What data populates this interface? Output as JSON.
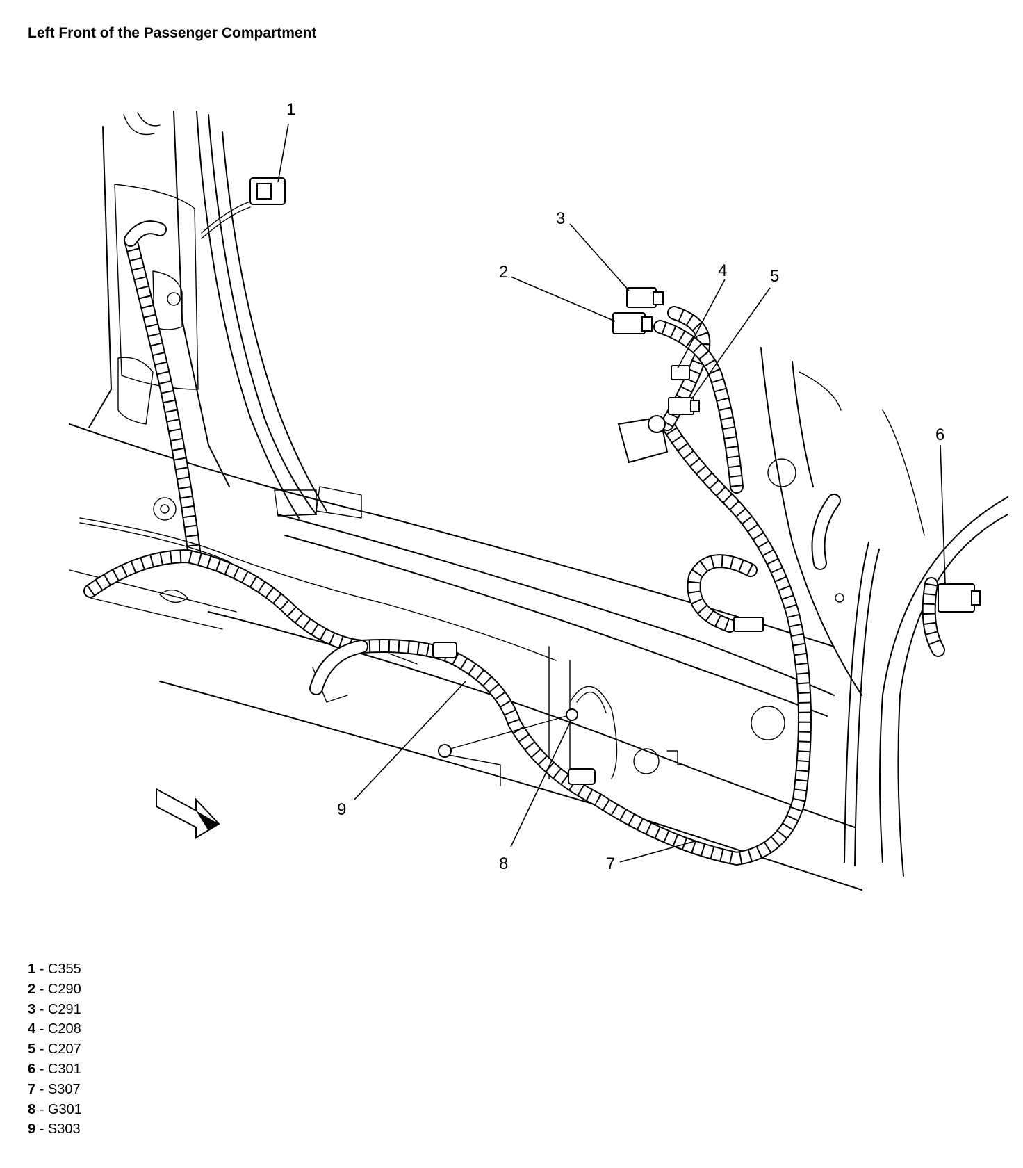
{
  "title": "Left Front of the Passenger Compartment",
  "callouts": [
    "1",
    "2",
    "3",
    "4",
    "5",
    "6",
    "7",
    "8",
    "9"
  ],
  "legend": [
    {
      "num": "1",
      "sep": " - ",
      "code": "C355"
    },
    {
      "num": "2",
      "sep": " - ",
      "code": "C290"
    },
    {
      "num": "3",
      "sep": " - ",
      "code": "C291"
    },
    {
      "num": "4",
      "sep": " - ",
      "code": "C208"
    },
    {
      "num": "5",
      "sep": " - ",
      "code": "C207"
    },
    {
      "num": "6",
      "sep": " - ",
      "code": "C301"
    },
    {
      "num": "7",
      "sep": " - ",
      "code": "S307"
    },
    {
      "num": "8",
      "sep": " - ",
      "code": "G301"
    },
    {
      "num": "9",
      "sep": " - ",
      "code": "S303"
    }
  ]
}
